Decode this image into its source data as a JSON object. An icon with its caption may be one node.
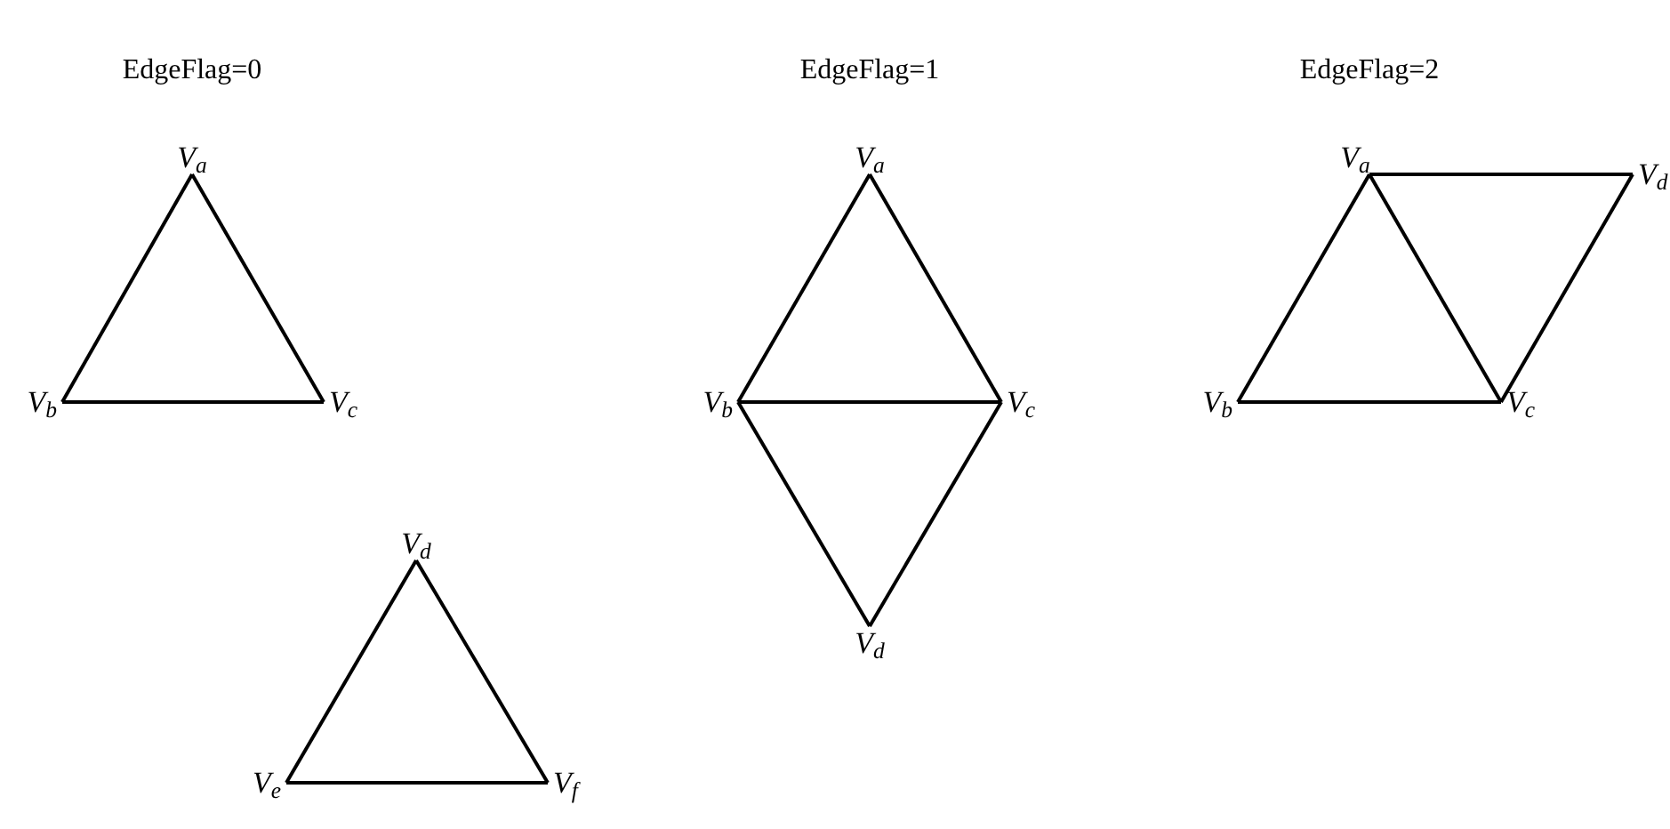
{
  "diagram": {
    "nodes": [
      {
        "text": [
          "V$_{a}$"
        ]
      },
      {
        "text": [
          "V$_{b}$"
        ]
      },
      {
        "text": [
          "V$_{c}$"
        ]
      },
      {
        "text": [
          "V$_{d}$"
        ]
      },
      {
        "text": [
          "V$_{e}$"
        ]
      },
      {
        "text": [
          "V$_{f}$"
        ]
      },
      {
        "text": [
          "V$_{a}$"
        ]
      },
      {
        "text": [
          "V$_{b}$"
        ]
      },
      {
        "text": [
          "V$_{c}$"
        ]
      },
      {
        "text": [
          "V$_{d}$"
        ]
      },
      {
        "text": [
          "V$_{a}$"
        ]
      },
      {
        "text": [
          "V$_{d}$"
        ]
      },
      {
        "text": [
          "V$_{b}$"
        ]
      },
      {
        "text": [
          "V$_{c}$"
        ]
      }
    ],
    "edges": [
      {
        "from": 0,
        "to": 1,
        "arrow": "none"
      },
      {
        "from": 0,
        "to": 2,
        "arrow": "none"
      },
      {
        "from": 1,
        "to": 2,
        "arrow": "none"
      },
      {
        "from": 3,
        "to": 4,
        "arrow": "none"
      },
      {
        "from": 3,
        "to": 5,
        "arrow": "none"
      },
      {
        "from": 4,
        "to": 5,
        "arrow": "none"
      },
      {
        "from": 6,
        "to": 7,
        "arrow": "none"
      },
      {
        "from": 6,
        "to": 8,
        "arrow": "none"
      },
      {
        "from": 7,
        "to": 8,
        "arrow": "none"
      },
      {
        "from": 7,
        "to": 9,
        "arrow": "none"
      },
      {
        "from": 8,
        "to": 9,
        "arrow": "none"
      },
      {
        "from": 10,
        "to": 12,
        "arrow": "none"
      },
      {
        "from": 10,
        "to": 13,
        "arrow": "none"
      },
      {
        "from": 12,
        "to": 13,
        "arrow": "none"
      },
      {
        "from": 10,
        "to": 11,
        "arrow": "none"
      },
      {
        "from": 11,
        "to": 13,
        "arrow": "none"
      }
    ],
    "labels": [
      "EdgeFlag=0",
      "EdgeFlag=1",
      "EdgeFlag=2"
    ]
  }
}
